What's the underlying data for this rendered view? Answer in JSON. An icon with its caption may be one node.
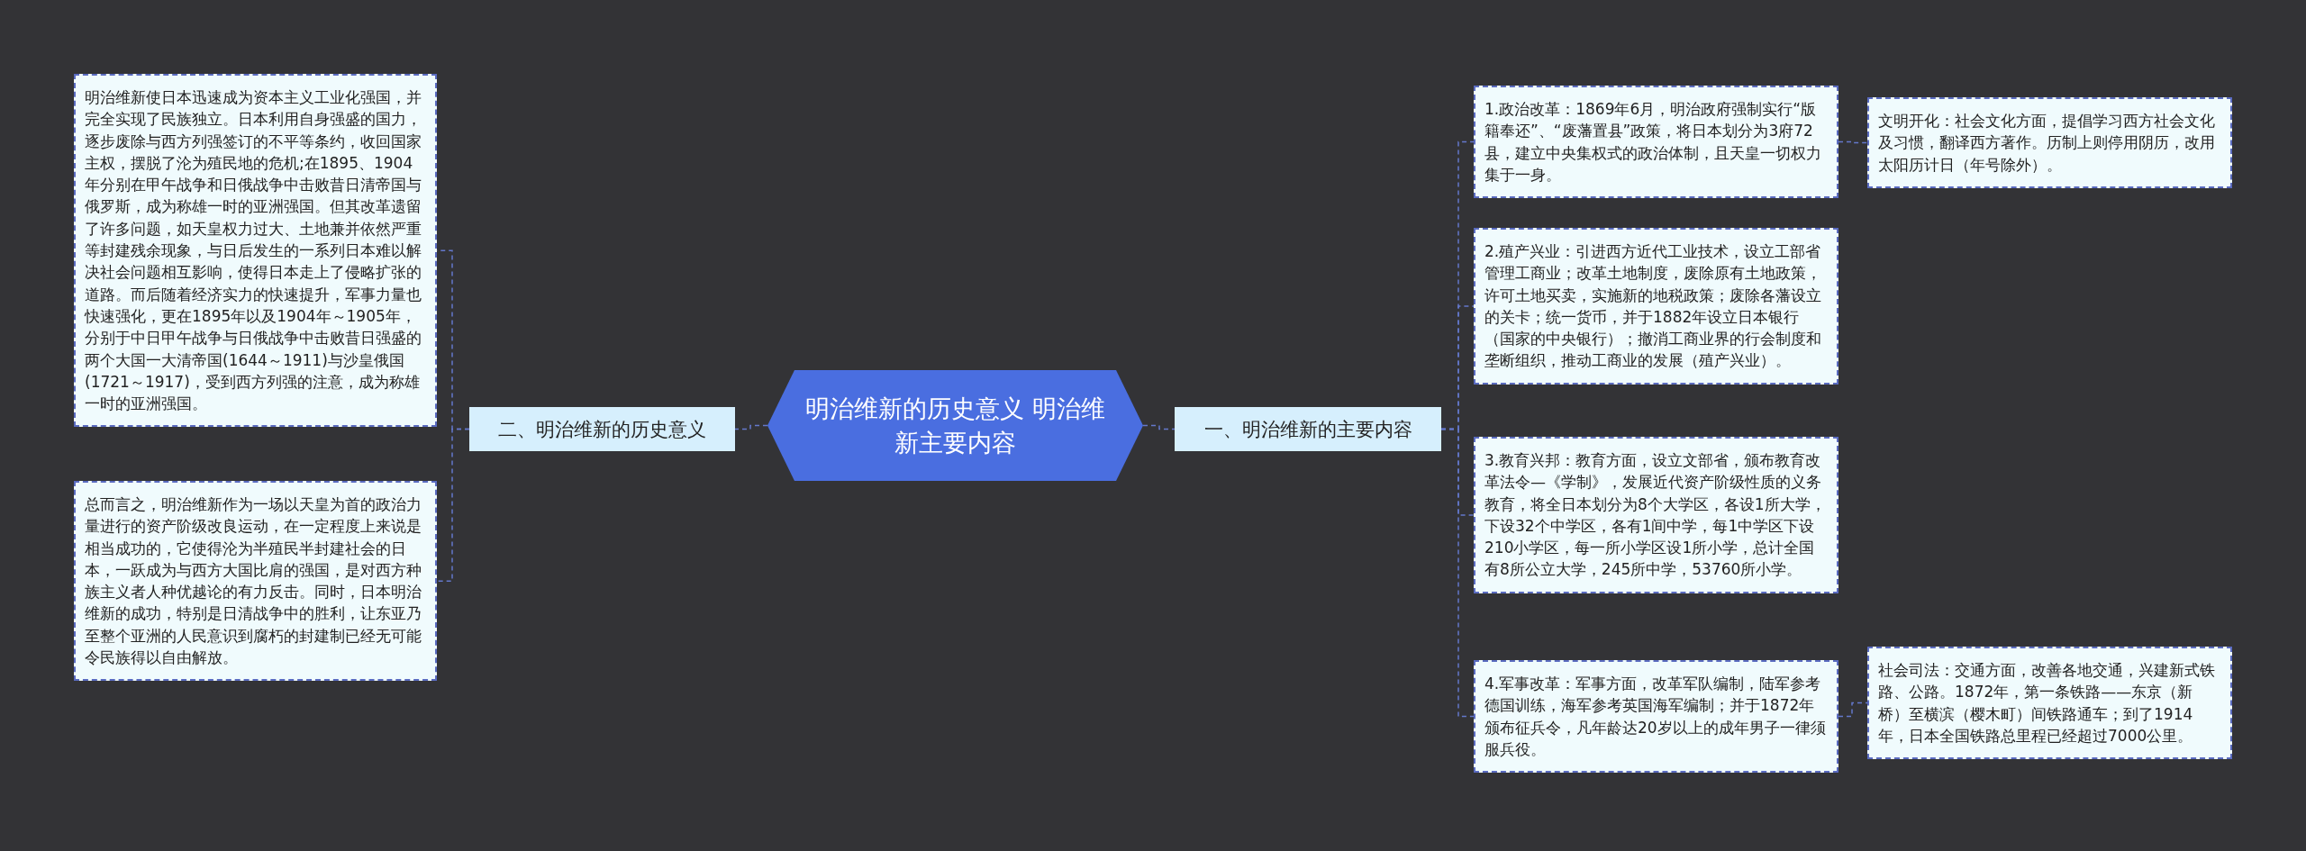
{
  "diagram": {
    "nodes": [
      {
        "text": [
          "明治维新的历史意义 明治维新主要内容"
        ]
      },
      {
        "text": [
          "一、明治维新的主要内容"
        ]
      },
      {
        "text": [
          "1.政治改革：1869年6月，明治政府强制实行“版籍奉还”、“废藩置县”政策，将日本划分为3府72县，建立中央集权式的政治体制，且天皇一切权力集于一身。"
        ]
      },
      {
        "text": [
          "文明开化：社会文化方面，提倡学习西方社会文化及习惯，翻译西方著作。历制上则停用阴历，改用太阳历计日（年号除外）。"
        ]
      },
      {
        "text": [
          "2.殖产兴业：引进西方近代工业技术，设立工部省管理工商业；改革土地制度，废除原有土地政策，许可土地买卖，实施新的地税政策；废除各藩设立的关卡；统一货币，并于1882年设立日本银行（国家的中央银行）；撤消工商业界的行会制度和垄断组织，推动工商业的发展（殖产兴业）。"
        ]
      },
      {
        "text": [
          "3.教育兴邦：教育方面，设立文部省，颁布教育改革法令—《学制》，发展近代资产阶级性质的义务教育，将全日本划分为8个大学区，各设1所大学，下设32个中学区，各有1间中学，每1中学区下设210小学区，每一所小学区设1所小学，总计全国有8所公立大学，245所中学，53760所小学。"
        ]
      },
      {
        "text": [
          "4.军事改革：军事方面，改革军队编制，陆军参考德国训练，海军参考英国海军编制；并于1872年颁布征兵令，凡年龄达20岁以上的成年男子一律须服兵役。"
        ]
      },
      {
        "text": [
          "社会司法：交通方面，改善各地交通，兴建新式铁路、公路。1872年，第一条铁路——东京（新桥）至横滨（樱木町）间铁路通车；到了1914年，日本全国铁路总里程已经超过7000公里。"
        ]
      },
      {
        "text": [
          "二、明治维新的历史意义"
        ]
      },
      {
        "text": [
          "明治维新使日本迅速成为资本主义工业化强国，并完全实现了民族独立。日本利用自身强盛的国力，逐步废除与西方列强签订的不平等条约，收回国家主权，摆脱了沦为殖民地的危机;在1895、1904年分别在甲午战争和日俄战争中击败昔日清帝国与俄罗斯，成为称雄一时的亚洲强国。但其改革遗留了许多问题，如天皇权力过大、土地兼并依然严重等封建残余现象，与日后发生的一系列日本难以解决社会问题相互影响，使得日本走上了侵略扩张的道路。而后随着经济实力的快速提升，军事力量也快速强化，更在1895年以及1904年～1905年，分别于中日甲午战争与日俄战争中击败昔日强盛的两个大国一大清帝国(1644～1911)与沙皇俄国(1721～1917)，受到西方列强的注意，成为称雄一时的亚洲强国。"
        ]
      },
      {
        "text": [
          "总而言之，明治维新作为一场以天皇为首的政治力量进行的资产阶级改良运动，在一定程度上来说是相当成功的，它使得沦为半殖民半封建社会的日本，一跃成为与西方大国比肩的强国，是对西方种族主义者人种优越论的有力反击。同时，日本明治维新的成功，特别是日清战争中的胜利，让东亚乃至整个亚洲的人民意识到腐朽的封建制已经无可能令民族得以自由解放。"
        ]
      }
    ],
    "edges": [
      {
        "from": 0,
        "to": 1,
        "arrow": "none",
        "style": "dashed"
      },
      {
        "from": 1,
        "to": 2,
        "arrow": "none",
        "style": "dashed"
      },
      {
        "from": 2,
        "to": 3,
        "arrow": "none",
        "style": "dashed"
      },
      {
        "from": 1,
        "to": 4,
        "arrow": "none",
        "style": "dashed"
      },
      {
        "from": 1,
        "to": 5,
        "arrow": "none",
        "style": "dashed"
      },
      {
        "from": 1,
        "to": 6,
        "arrow": "none",
        "style": "dashed"
      },
      {
        "from": 6,
        "to": 7,
        "arrow": "none",
        "style": "dashed"
      },
      {
        "from": 0,
        "to": 8,
        "arrow": "none",
        "style": "dashed"
      },
      {
        "from": 8,
        "to": 9,
        "arrow": "none",
        "style": "dashed"
      },
      {
        "from": 8,
        "to": 10,
        "arrow": "none",
        "style": "dashed"
      }
    ]
  }
}
